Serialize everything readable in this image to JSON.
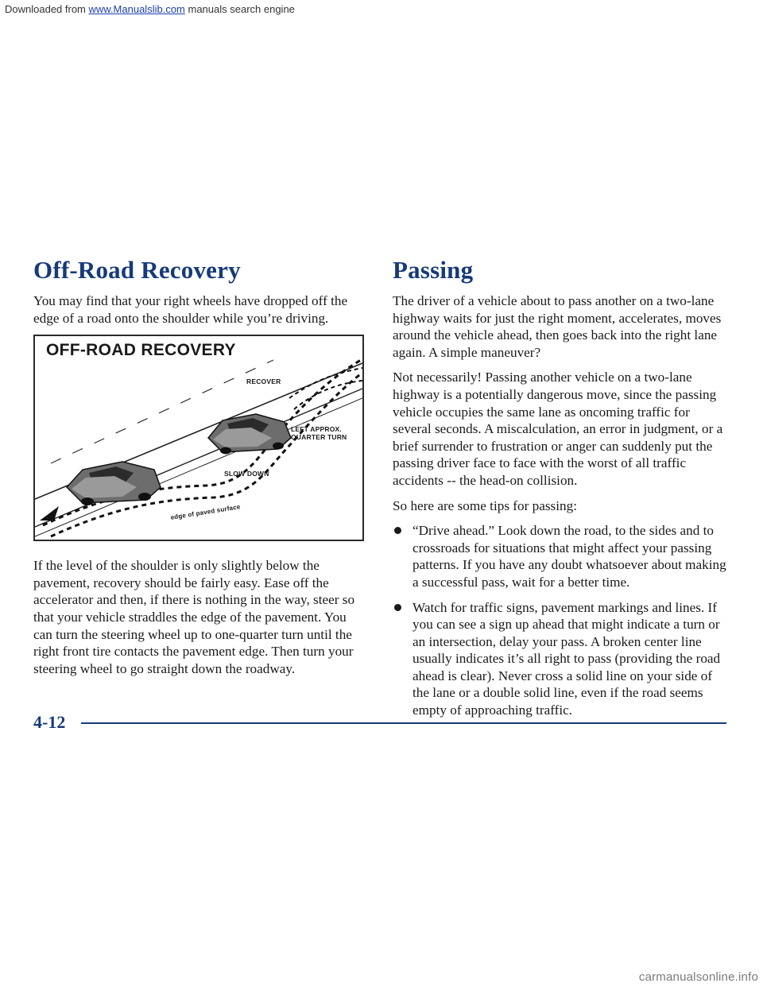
{
  "watermark": {
    "prefix": "Downloaded from ",
    "link": "www.Manualslib.com",
    "suffix": " manuals search engine",
    "footer_site": "carmanualsonline.info"
  },
  "left": {
    "heading": "Off-Road Recovery",
    "intro": "You may find that your right wheels have dropped off the edge of a road onto the shoulder while you’re driving.",
    "figure": {
      "title": "OFF-ROAD RECOVERY",
      "labels": {
        "recover": "RECOVER",
        "left_turn_1": "LEFT APPROX.",
        "left_turn_2": "QUARTER TURN",
        "slow_down": "SLOW DOWN",
        "edge": "edge of paved surface"
      }
    },
    "body": "If the level of the shoulder is only slightly below the pavement, recovery should be fairly easy. Ease off the accelerator and then, if there is nothing in the way, steer so that your vehicle straddles the edge of the pavement. You can turn the steering wheel up to one-quarter turn until the right front tire contacts the pavement edge. Then turn your steering wheel to go straight down the roadway."
  },
  "right": {
    "heading": "Passing",
    "p1": "The driver of a vehicle about to pass another on a two-lane highway waits for just the right moment, accelerates, moves around the vehicle ahead, then goes back into the right lane again. A simple maneuver?",
    "p2": "Not necessarily! Passing another vehicle on a two-lane highway is a potentially dangerous move, since the passing vehicle occupies the same lane as oncoming traffic for several seconds. A miscalculation, an error in judgment, or a brief surrender to frustration or anger can suddenly put the passing driver face to face with the worst of all traffic accidents -- the head-on collision.",
    "p3": "So here are some tips for passing:",
    "bullets": [
      "“Drive ahead.” Look down the road, to the sides and to crossroads for situations that might affect your passing patterns. If you have any doubt whatsoever about making a successful pass, wait for a better time.",
      "Watch for traffic signs, pavement markings and lines. If you can see a sign up ahead that might indicate a turn or an intersection, delay your pass. A broken center line usually indicates it’s all right to pass (providing the road ahead is clear). Never cross a solid line on your side of the lane or a double solid line, even if the road seems empty of approaching traffic."
    ]
  },
  "footer": {
    "page_number": "4-12"
  }
}
